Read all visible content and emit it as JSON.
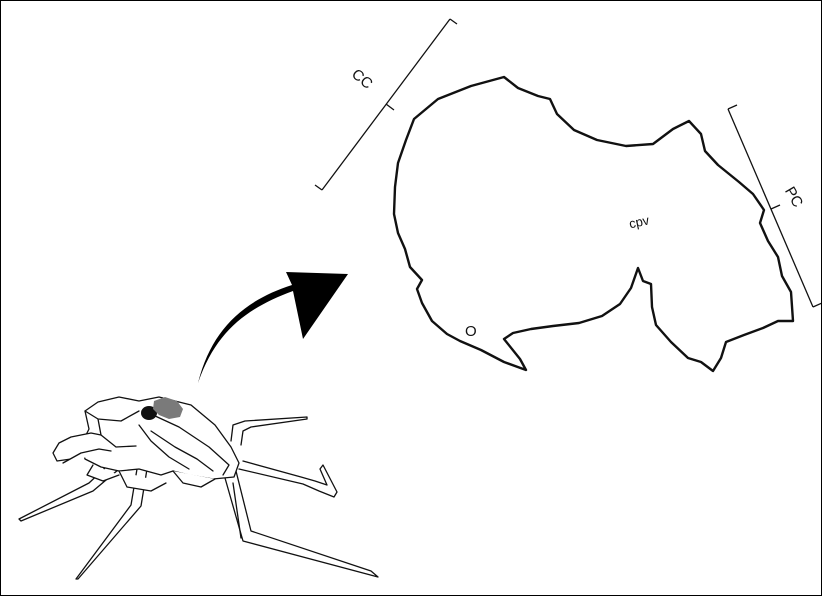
{
  "figure": {
    "labels": {
      "cc": "CC",
      "pc": "PC",
      "cpv": "cpv",
      "o": "O"
    },
    "colors": {
      "line": "#111111",
      "highlight": "#7a7a7a",
      "arrow": "#000000"
    },
    "icons": {
      "arrow": "curved-arrow-icon",
      "insect": "water-bug-illustration"
    }
  }
}
